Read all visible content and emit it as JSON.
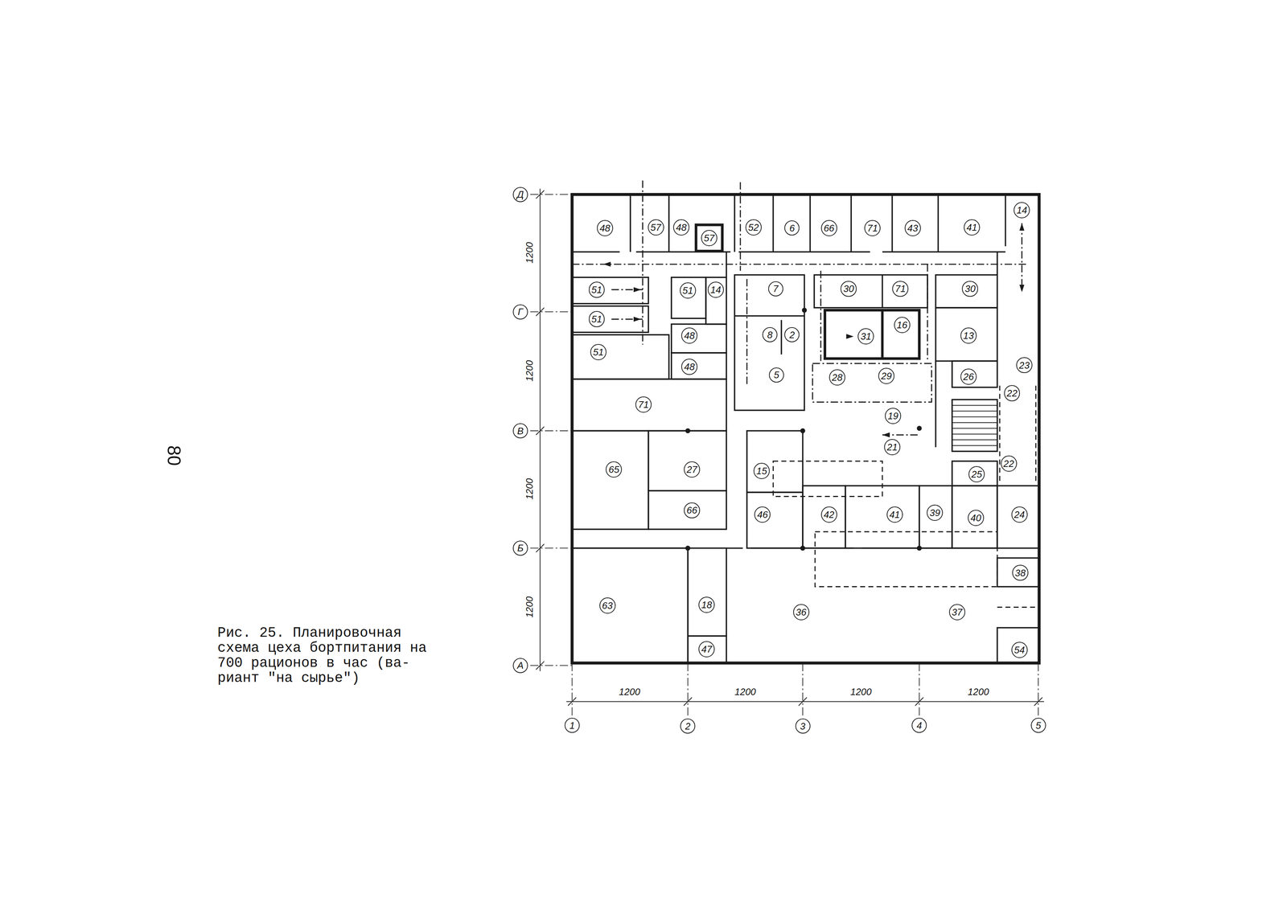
{
  "diagram": {
    "caption": "Рис. 25. Планировочная схема цеха бортпитания на 700 рационов в час (ва- риант \"на сырье\")",
    "nodes": [
      {
        "text": [
          "Д"
        ]
      },
      {
        "text": [
          "48"
        ]
      },
      {
        "text": [
          "57"
        ]
      },
      {
        "text": [
          "48"
        ]
      },
      {
        "text": [
          "57"
        ]
      },
      {
        "text": [
          "52"
        ]
      },
      {
        "text": [
          "6"
        ]
      },
      {
        "text": [
          "66"
        ]
      },
      {
        "text": [
          "71"
        ]
      },
      {
        "text": [
          "43"
        ]
      },
      {
        "text": [
          "41"
        ]
      },
      {
        "text": [
          "14"
        ]
      },
      {
        "text": [
          "51"
        ]
      },
      {
        "text": [
          "51"
        ]
      },
      {
        "text": [
          "14"
        ]
      },
      {
        "text": [
          "7"
        ]
      },
      {
        "text": [
          "30"
        ]
      },
      {
        "text": [
          "71"
        ]
      },
      {
        "text": [
          "30"
        ]
      },
      {
        "text": [
          "Г"
        ]
      },
      {
        "text": [
          "51"
        ]
      },
      {
        "text": [
          "48"
        ]
      },
      {
        "text": [
          "8"
        ]
      },
      {
        "text": [
          "2"
        ]
      },
      {
        "text": [
          "31"
        ]
      },
      {
        "text": [
          "16"
        ]
      },
      {
        "text": [
          "13"
        ]
      },
      {
        "text": [
          "51"
        ]
      },
      {
        "text": [
          "23"
        ]
      },
      {
        "text": [
          "48"
        ]
      },
      {
        "text": [
          "5"
        ]
      },
      {
        "text": [
          "28"
        ]
      },
      {
        "text": [
          "29"
        ]
      },
      {
        "text": [
          "26"
        ]
      },
      {
        "text": [
          "22"
        ]
      },
      {
        "text": [
          "71"
        ]
      },
      {
        "text": [
          "19"
        ]
      },
      {
        "text": [
          "В"
        ]
      },
      {
        "text": [
          "21"
        ]
      },
      {
        "text": [
          "22"
        ]
      },
      {
        "text": [
          "65"
        ]
      },
      {
        "text": [
          "27"
        ]
      },
      {
        "text": [
          "15"
        ]
      },
      {
        "text": [
          "25"
        ]
      },
      {
        "text": [
          "66"
        ]
      },
      {
        "text": [
          "46"
        ]
      },
      {
        "text": [
          "42"
        ]
      },
      {
        "text": [
          "41"
        ]
      },
      {
        "text": [
          "39"
        ]
      },
      {
        "text": [
          "40"
        ]
      },
      {
        "text": [
          "24"
        ]
      },
      {
        "text": [
          "Б"
        ]
      },
      {
        "text": [
          "38"
        ]
      },
      {
        "text": [
          "63"
        ]
      },
      {
        "text": [
          "18"
        ]
      },
      {
        "text": [
          "36"
        ]
      },
      {
        "text": [
          "37"
        ]
      },
      {
        "text": [
          "47"
        ]
      },
      {
        "text": [
          "54"
        ]
      },
      {
        "text": [
          "А"
        ]
      },
      {
        "text": [
          "1"
        ]
      },
      {
        "text": [
          "2"
        ]
      },
      {
        "text": [
          "3"
        ]
      },
      {
        "text": [
          "4"
        ]
      },
      {
        "text": [
          "5"
        ]
      }
    ],
    "labels": [
      "80",
      "1200",
      "1200",
      "1200",
      "1200",
      "1200",
      "1200",
      "1200",
      "1200"
    ]
  }
}
